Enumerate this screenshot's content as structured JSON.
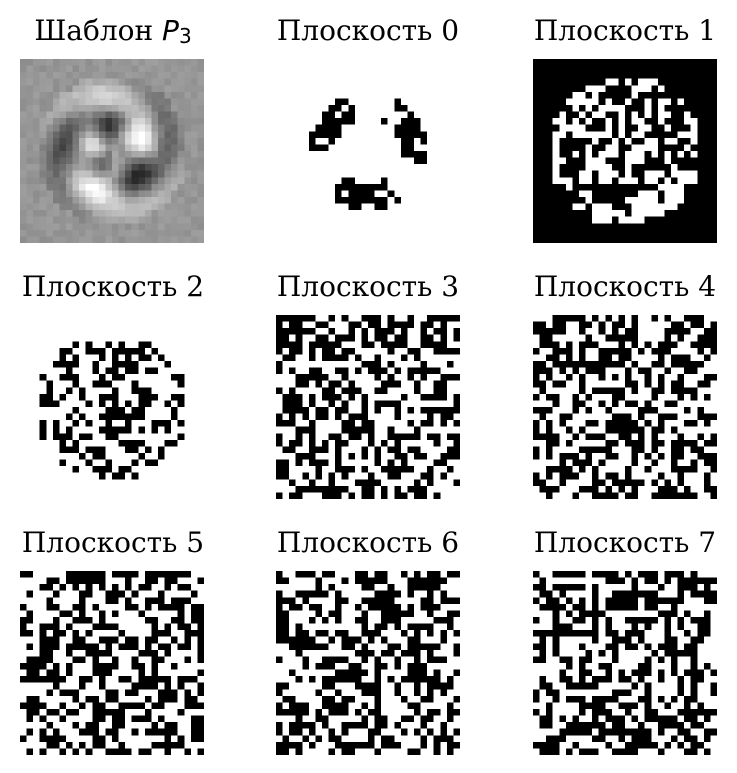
{
  "panels": [
    {
      "id": "template",
      "title_prefix": "Шаблон ",
      "title_math": "P",
      "title_sub": "3",
      "kind": "template"
    },
    {
      "id": "plane-0",
      "title": "Плоскость 0",
      "kind": "bitplane",
      "bit": 0
    },
    {
      "id": "plane-1",
      "title": "Плоскость 1",
      "kind": "bitplane",
      "bit": 1
    },
    {
      "id": "plane-2",
      "title": "Плоскость 2",
      "kind": "bitplane",
      "bit": 2
    },
    {
      "id": "plane-3",
      "title": "Плоскость 3",
      "kind": "bitplane",
      "bit": 3
    },
    {
      "id": "plane-4",
      "title": "Плоскость 4",
      "kind": "bitplane",
      "bit": 4
    },
    {
      "id": "plane-5",
      "title": "Плоскость 5",
      "kind": "bitplane",
      "bit": 5
    },
    {
      "id": "plane-6",
      "title": "Плоскость 6",
      "kind": "bitplane",
      "bit": 6
    },
    {
      "id": "plane-7",
      "title": "Плоскость 7",
      "kind": "bitplane",
      "bit": 7
    }
  ],
  "colors": {
    "background": "#ffffff",
    "foreground": "#000000",
    "template_mid": "#9a9a9a"
  }
}
